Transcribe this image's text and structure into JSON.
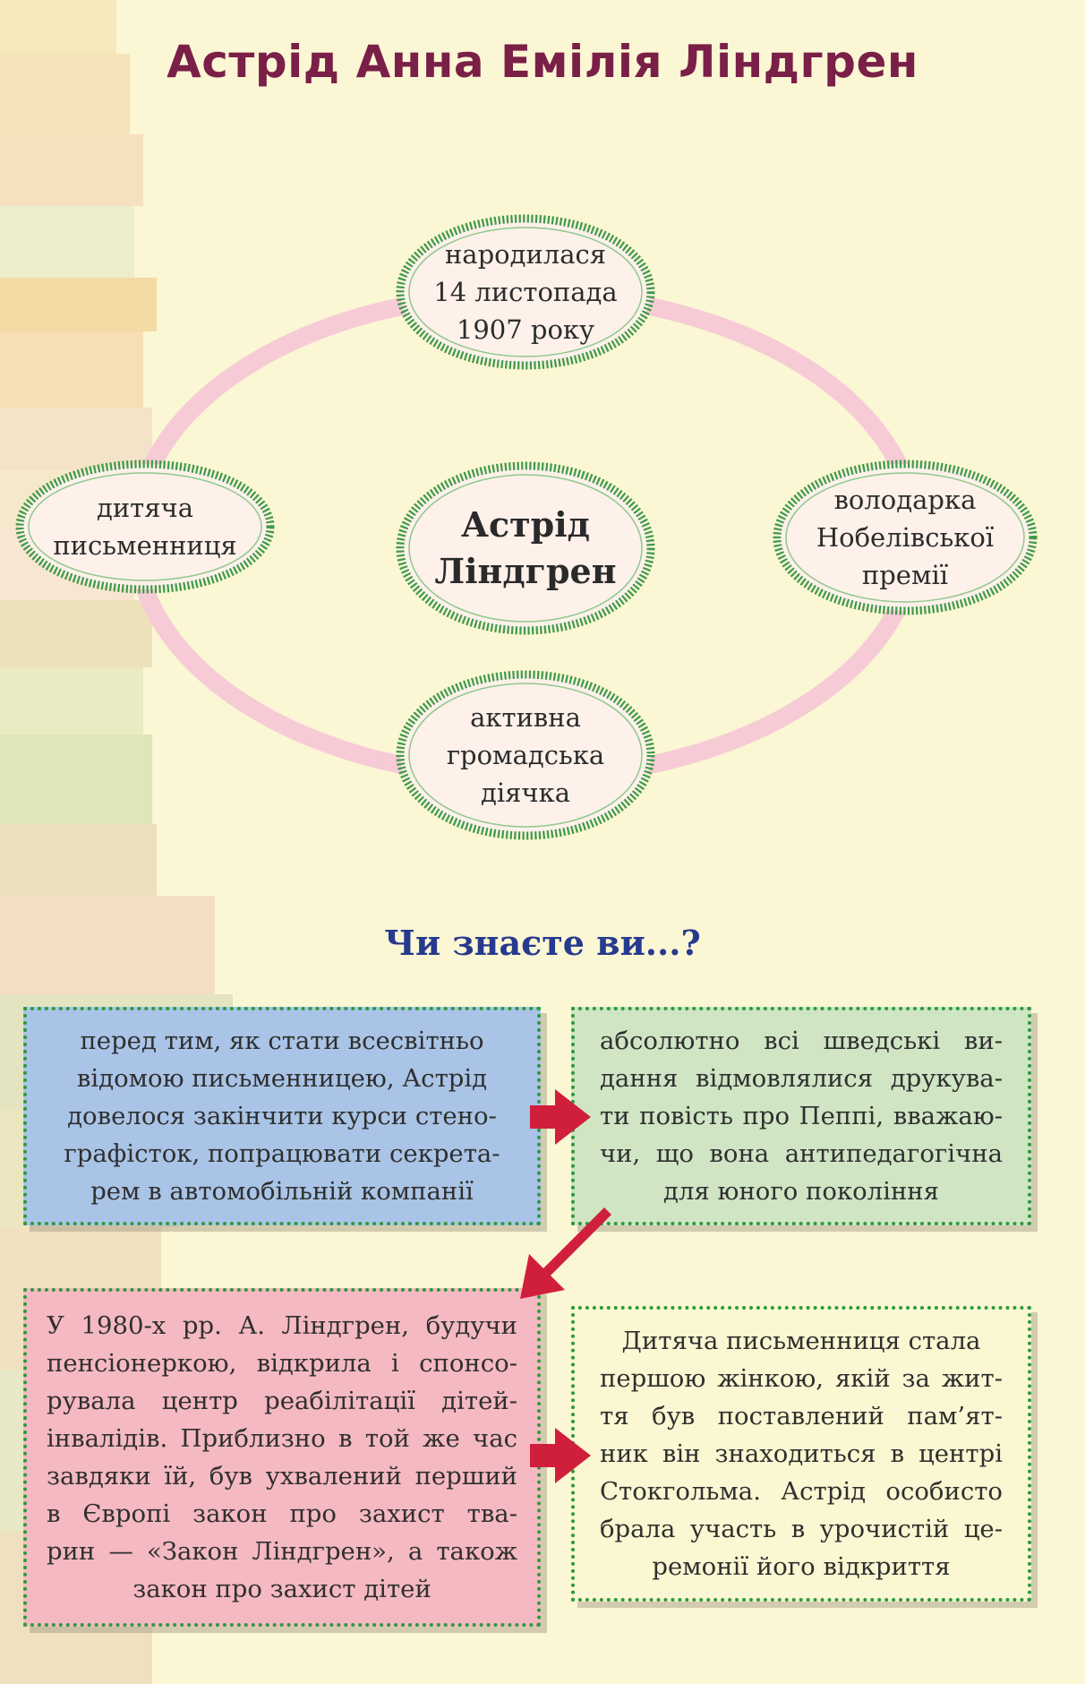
{
  "title": "Астрід Анна Емілія Ліндгрен",
  "diagram": {
    "center": [
      "Астрід",
      "Ліндгрен"
    ],
    "nodes": {
      "top": [
        "народилася",
        "14 листопада",
        "1907 року"
      ],
      "left": [
        "дитяча",
        "письменниця"
      ],
      "right": [
        "володарка",
        "Нобелівської",
        "премії"
      ],
      "bottom": [
        "активна",
        "громадська",
        "діячка"
      ]
    }
  },
  "did_you_know": {
    "heading": "Чи знаєте ви...?",
    "facts": [
      [
        "перед тим, як стати всесвітньо",
        "відомою письменницею, Астрід",
        "довелося закінчити курси стено-",
        "графісток, попрацювати секрета-",
        "рем в автомобільній компанії"
      ],
      [
        "абсолютно всі шведські ви-",
        "дання відмовлялися друкува-",
        "ти повість про Пеппі, вважаю-",
        "чи, що вона антипедагогічна",
        "для юного покоління"
      ],
      [
        "У 1980-х рр. А. Ліндгрен, будучи",
        "пенсіонеркою, відкрила і спонсо-",
        "рувала центр реабілітації дітей-",
        "інвалідів. Приблизно в той же час",
        "завдяки їй, був ухвалений перший",
        "в Європі закон про захист тва-",
        "рин — «Закон Ліндгрен», а також",
        "закон про захист дітей"
      ],
      [
        "Дитяча письменниця стала",
        "першою жінкою, якій за жит-",
        "тя був поставлений пам’ят-",
        "ник він знаходиться в центрі",
        "Стокгольма. Астрід особисто",
        "брала участь в урочистій це-",
        "ремонії його відкриття"
      ]
    ]
  },
  "colors": {
    "title": "#7a1f47",
    "heading": "#263a8e",
    "ring": "#f6cbd6",
    "node_border": "#3f9a48",
    "node_fill": "#fdf1ea",
    "arrow": "#d01f3c",
    "dotted_border": "#2a9a3c"
  }
}
